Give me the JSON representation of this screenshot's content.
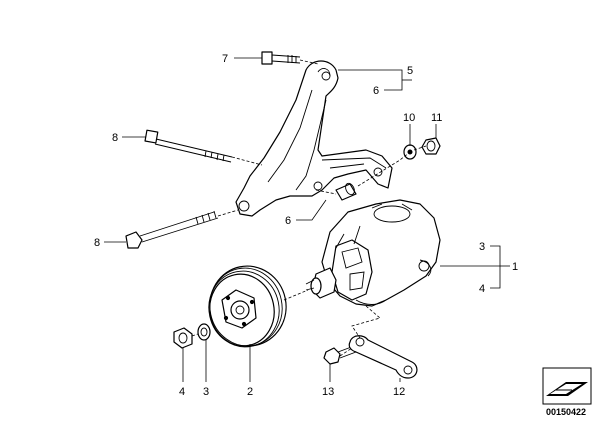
{
  "callouts": {
    "c7": "7",
    "c5": "5",
    "c6_top": "6",
    "c10": "10",
    "c11": "11",
    "c8_top": "8",
    "c6_mid": "6",
    "c8_mid": "8",
    "c3_right": "3",
    "c1": "1",
    "c4_right": "4",
    "c4_bottom": "4",
    "c3_bottom": "3",
    "c2": "2",
    "c13": "13",
    "c12": "12"
  },
  "doc_number": "00150422"
}
